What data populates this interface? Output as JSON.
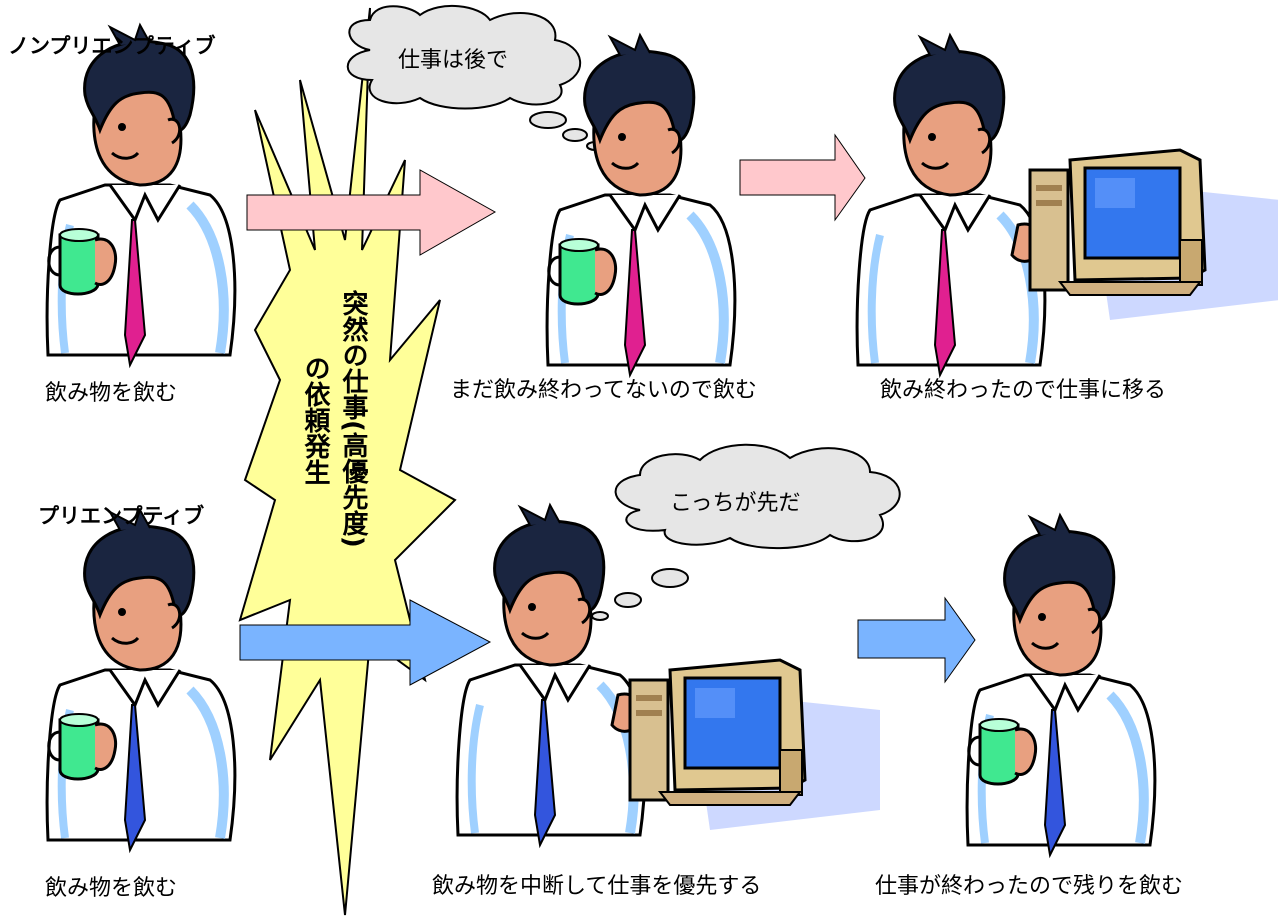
{
  "rows": {
    "top_title": "ノンプリエンプティブ",
    "bottom_title": "プリエンプティブ"
  },
  "captions": {
    "top_1": "飲み物を飲む",
    "top_2": "まだ飲み終わってないので飲む",
    "top_3": "飲み終わったので仕事に移る",
    "bottom_1": "飲み物を飲む",
    "bottom_2": "飲み物を中断して仕事を優先する",
    "bottom_3": "仕事が終わったので残りを飲む"
  },
  "bubbles": {
    "top": "仕事は後で",
    "bottom": "こっちが先だ"
  },
  "event": {
    "line1": "突然の仕事(高優先度)",
    "line2": "の依頼発生"
  },
  "colors": {
    "top_arrow": "#ffc8cc",
    "bottom_arrow": "#7ab4ff",
    "burst": "#ffff99",
    "cloud": "#e6e6e6",
    "tie_top": "#e02090",
    "tie_bottom": "#3355dd",
    "monitor_screen": "#3377ee"
  },
  "icons": [
    "businessman-icon",
    "mug-icon",
    "computer-icon",
    "thought-cloud-icon",
    "burst-icon",
    "arrow-icon"
  ]
}
